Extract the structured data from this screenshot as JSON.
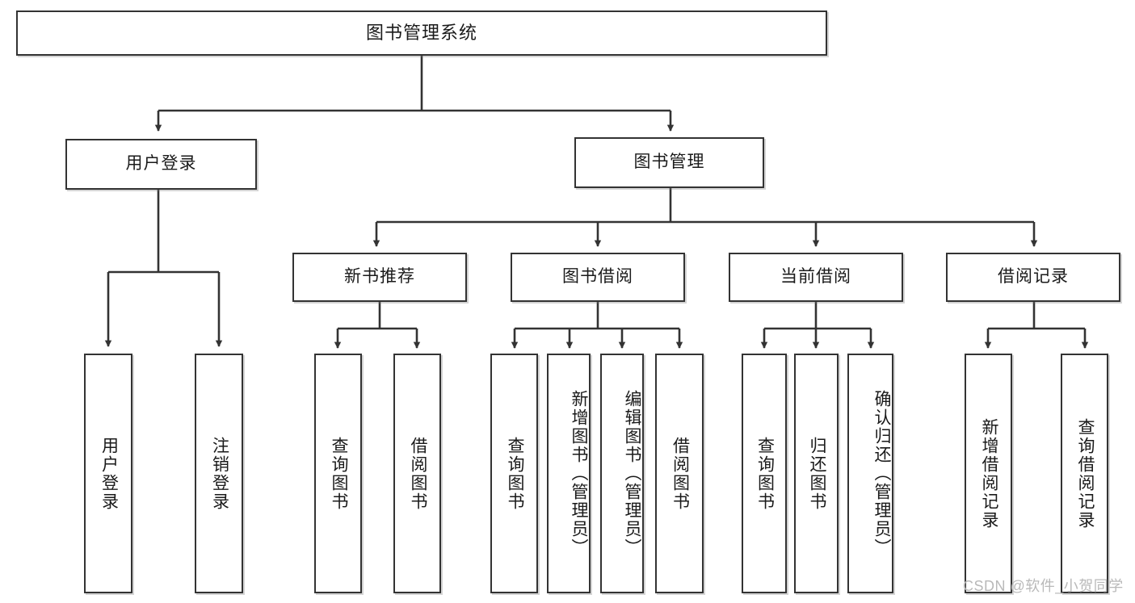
{
  "diagram": {
    "title": "图书管理系统",
    "type": "tree",
    "watermark": "CSDN @软件_小贺同学",
    "colors": {
      "stroke": "#333333",
      "fill": "#ffffff",
      "text": "#1a1a1a",
      "watermark": "#b9b9b9"
    },
    "nodes": {
      "root": "图书管理系统",
      "user_login": "用户登录",
      "book_manage": "图书管理",
      "new_book_recommend": "新书推荐",
      "book_borrow": "图书借阅",
      "current_borrow": "当前借阅",
      "borrow_record": "借阅记录",
      "user_login_do": "用户登录",
      "user_logout": "注销登录",
      "recommend_query_book": "查询图书",
      "recommend_borrow_book": "借阅图书",
      "borrow_query_book": "查询图书",
      "borrow_add_book": "新增图书（管理员）",
      "borrow_edit_book": "编辑图书（管理员）",
      "borrow_borrow_book": "借阅图书",
      "current_query_book": "查询图书",
      "current_return_book": "归还图书",
      "current_confirm_return": "确认归还（管理员）",
      "record_add": "新增借阅记录",
      "record_query": "查询借阅记录"
    }
  }
}
